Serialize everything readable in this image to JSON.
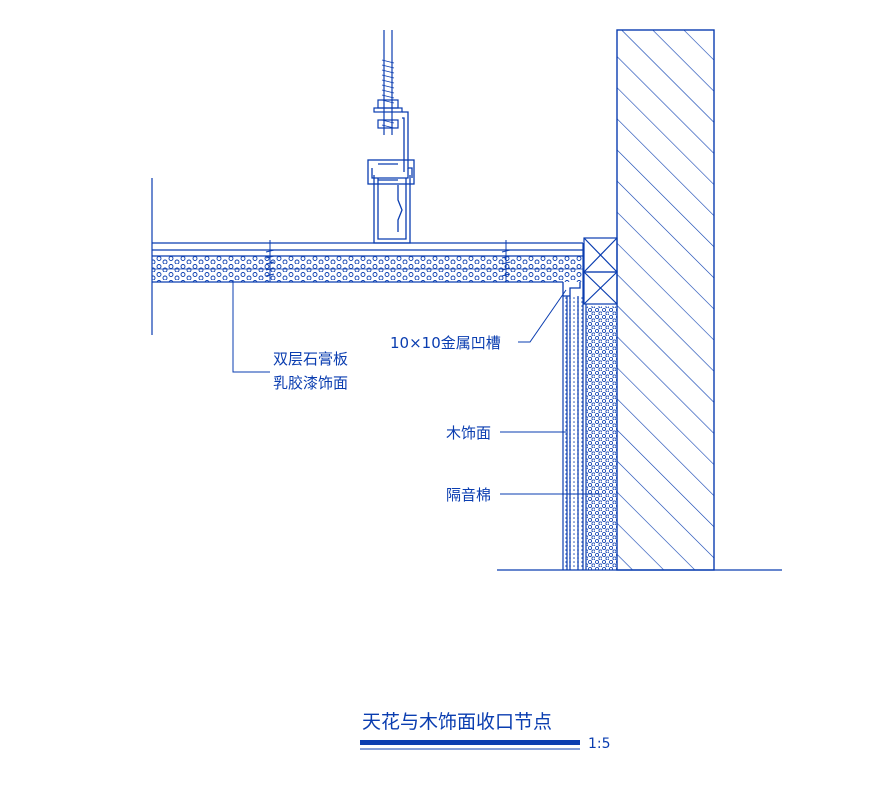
{
  "labels": {
    "gypsum_line1": "双层石膏板",
    "gypsum_line2": "乳胶漆饰面",
    "metal_groove": "10×10金属凹槽",
    "wood_finish": "木饰面",
    "insulation": "隔音棉"
  },
  "title": {
    "text": "天花与木饰面收口节点",
    "scale": "1:5"
  },
  "colors": {
    "line": "#0a3db0"
  }
}
